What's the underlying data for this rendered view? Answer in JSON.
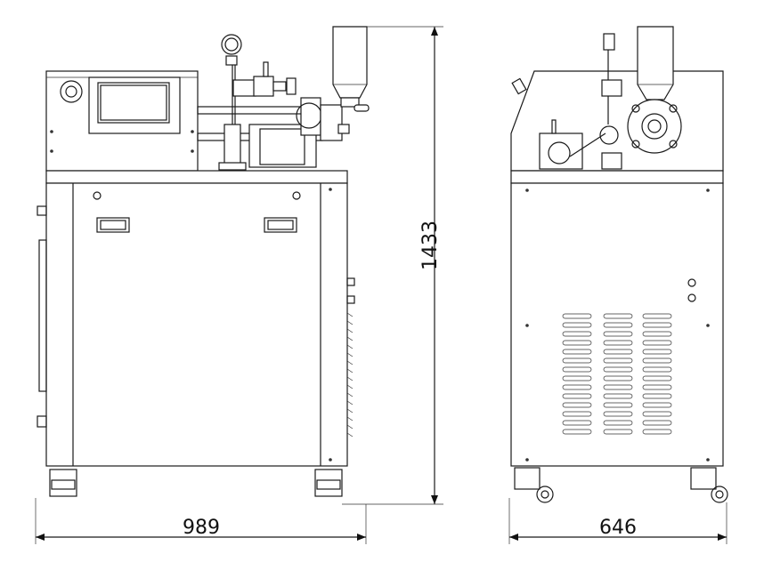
{
  "dimensions": {
    "front_width": "989",
    "height": "1433",
    "side_depth": "646"
  }
}
